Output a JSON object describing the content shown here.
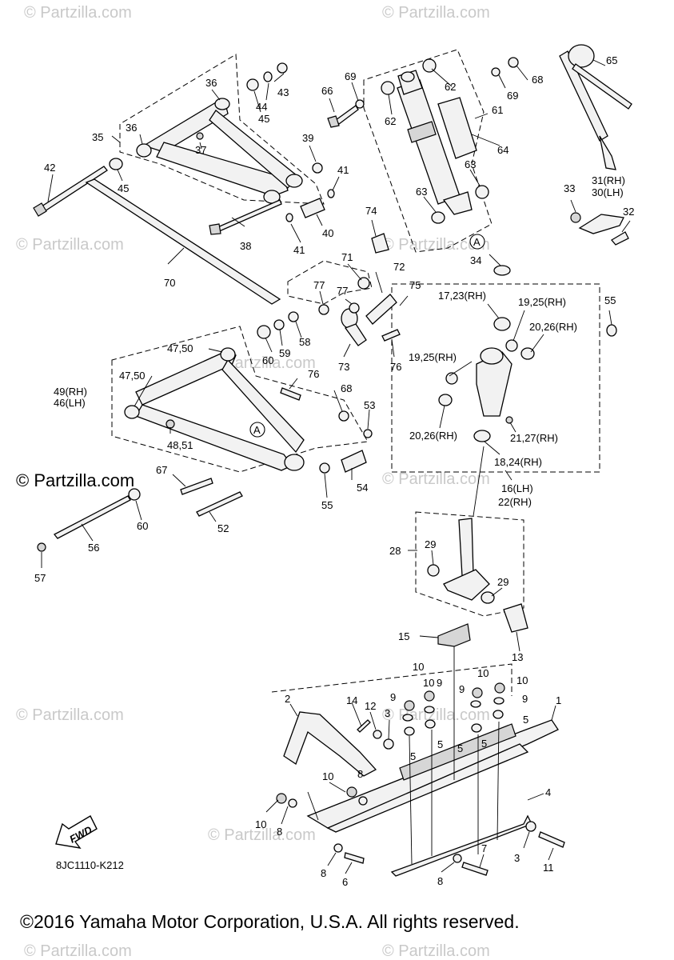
{
  "watermarks": [
    "© Partzilla.com",
    "© Partzilla.com",
    "© Partzilla.com",
    "© Partzilla.com",
    "© Partzilla.com",
    "© Partzilla.com",
    "© Partzilla.com",
    "© Partzilla.com",
    "© Partzilla.com",
    "© Partzilla.com",
    "© Partzilla.com"
  ],
  "brand_watermark": "© Partzilla.com",
  "diagram_code": "8JC1110-K212",
  "fwd_label": "FWD",
  "circle_ref": "A",
  "copyright": "©2016 Yamaha Motor Corporation, U.S.A. All rights reserved.",
  "callouts": [
    "1",
    "2",
    "3",
    "3",
    "4",
    "5",
    "5",
    "5",
    "5",
    "5",
    "6",
    "7",
    "8",
    "8",
    "8",
    "8",
    "9",
    "9",
    "9",
    "9",
    "10",
    "10",
    "10",
    "10",
    "10",
    "10",
    "11",
    "12",
    "13",
    "14",
    "15",
    "16(LH)",
    "22(RH)",
    "17,23(RH)",
    "18,24(RH)",
    "19,25(RH)",
    "19,25(RH)",
    "20,26(RH)",
    "20,26(RH)",
    "21,27(RH)",
    "28",
    "29",
    "29",
    "30(LH)",
    "31(RH)",
    "32",
    "33",
    "34",
    "35",
    "36",
    "36",
    "37",
    "38",
    "39",
    "40",
    "41",
    "41",
    "42",
    "43",
    "44",
    "45",
    "45",
    "46(LH)",
    "49(RH)",
    "47,50",
    "47,50",
    "48,51",
    "52",
    "53",
    "54",
    "55",
    "55",
    "56",
    "57",
    "58",
    "59",
    "60",
    "60",
    "61",
    "62",
    "62",
    "63",
    "63",
    "64",
    "65",
    "66",
    "67",
    "68",
    "68",
    "69",
    "69",
    "70",
    "71",
    "72",
    "73",
    "74",
    "75",
    "76",
    "76",
    "77",
    "77"
  ]
}
